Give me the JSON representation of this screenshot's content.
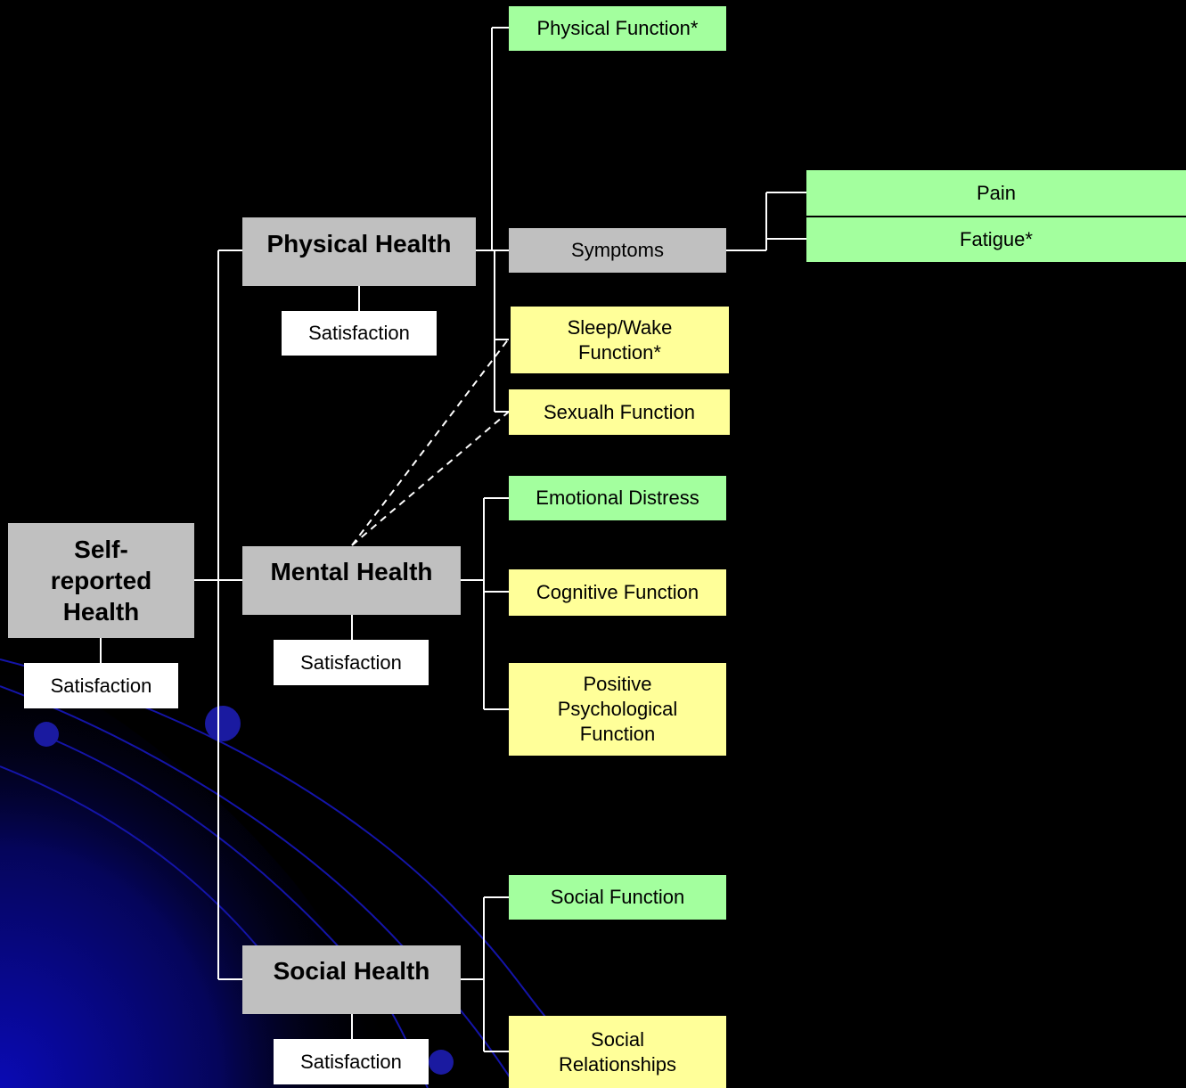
{
  "root": {
    "label": "Self-\nreported\nHealth",
    "satisfaction": "Satisfaction"
  },
  "domains": {
    "physical": {
      "label": "Physical Health",
      "satisfaction": "Satisfaction"
    },
    "mental": {
      "label": "Mental Health",
      "satisfaction": "Satisfaction"
    },
    "social": {
      "label": "Social Health",
      "satisfaction": "Satisfaction"
    }
  },
  "subdomains": {
    "physical_function": "Physical Function*",
    "symptoms": "Symptoms",
    "pain": "Pain",
    "fatigue": "Fatigue*",
    "sleep_wake": "Sleep/Wake\nFunction*",
    "sexual_function": "Sexualh Function",
    "emotional_distress": "Emotional Distress",
    "cognitive_function": "Cognitive Function",
    "positive_psych": "Positive\nPsychological\nFunction",
    "social_function": "Social Function",
    "social_relationships": "Social\nRelationships"
  },
  "colors": {
    "background": "#000000",
    "domain_box": "#c0c0c0",
    "green_box": "#a3ff9e",
    "yellow_box": "#ffff99",
    "satisfaction_box": "#ffffff",
    "connector": "#ffffff",
    "decor_blue": "#0b0bb0"
  }
}
